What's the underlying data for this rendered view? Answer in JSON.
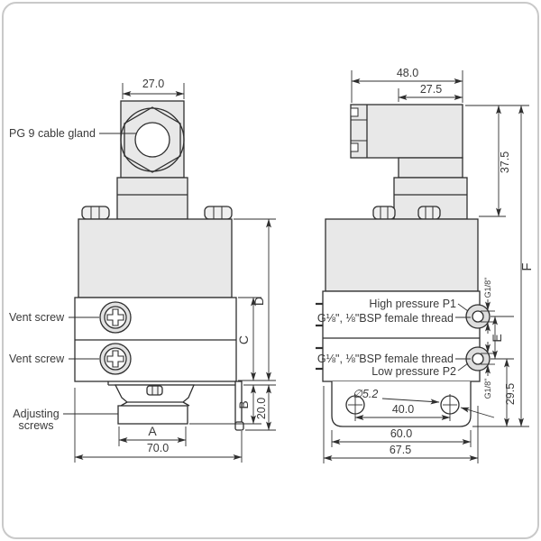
{
  "front_view": {
    "labels": {
      "cable_gland": "PG 9 cable gland",
      "vent_screw_top": "Vent screw",
      "vent_screw_bottom": "Vent screw",
      "adjusting_line1": "Adjusting",
      "adjusting_line2": "screws"
    },
    "dims": {
      "gland_width": "27.0",
      "adjust_width": "A",
      "total_width": "70.0",
      "body_height": "D",
      "lower_body_height": "C",
      "base_height": "B",
      "base_drop": "20.0"
    }
  },
  "side_view": {
    "labels": {
      "high_pressure": "High pressure P1",
      "p1_thread": "G⅛\", ⅛\"BSP female thread",
      "p2_thread": "G⅛\", ⅛\"BSP female thread",
      "low_pressure": "Low pressure P2",
      "hole_diameter": "∅5.2",
      "port_size_top": "G1/8\"",
      "port_size_bottom": "G1/8\""
    },
    "dims": {
      "connector_width": "48.0",
      "connector_stem_width": "27.5",
      "connector_height": "37.5",
      "overall_height": "F",
      "port_spacing": "E",
      "port_to_base": "29.5",
      "hole_spacing": "40.0",
      "bracket_width": "60.0",
      "total_width": "67.5"
    }
  },
  "colors": {
    "body_fill": "#e8e8e8",
    "ring_fill": "#dcdcdc",
    "line": "#2f2f2f"
  }
}
